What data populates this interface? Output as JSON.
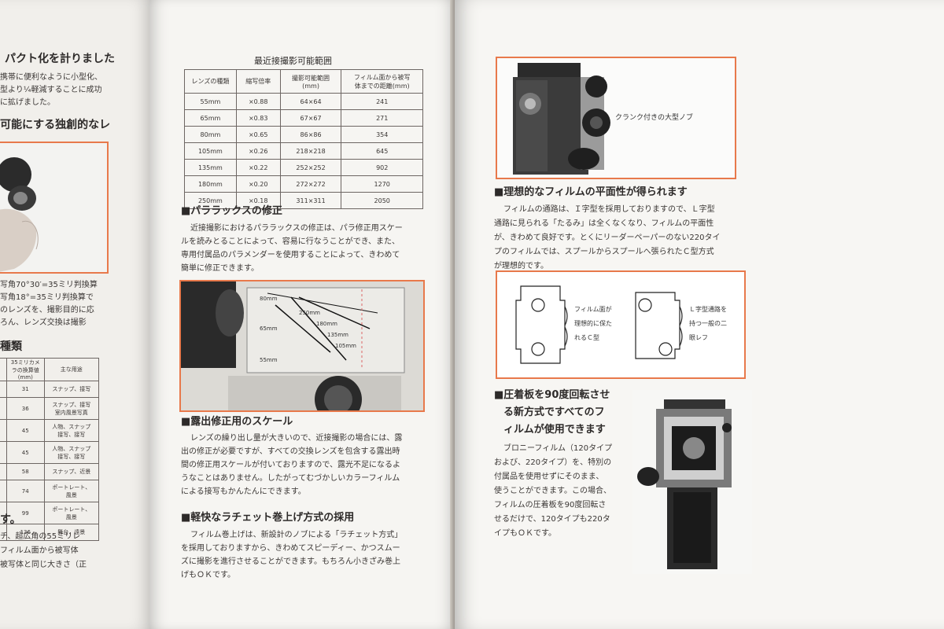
{
  "left_page": {
    "heading_top": "パクト化を計りました",
    "text_top": [
      "携帯に便利なように小型化、",
      "型より¼軽減することに成功",
      "に拡げました。"
    ],
    "heading_2": "可能にする独創的なレ",
    "text_mid": [
      "写角70°30′=35ミリ判換算",
      "写角18°=35ミリ判換算で",
      "のレンズを、撮影目的に応",
      "ろん、レンズ交換は撮影"
    ],
    "heading_3": "種類",
    "table": {
      "headers": [
        "35ミリカメラの換算値(mm)",
        "主な用途"
      ],
      "rows": [
        [
          "31",
          "スナップ、接写"
        ],
        [
          "36",
          "スナップ、接写\n室内風景写真"
        ],
        [
          "45",
          "人物、スナップ\n接写、接写"
        ],
        [
          "45",
          "人物、スナップ\n接写、接写"
        ],
        [
          "58",
          "スナップ、近景"
        ],
        [
          "74",
          "ポートレート、\n風景"
        ],
        [
          "99",
          "ポートレート、\n風景"
        ],
        [
          "136",
          "舞台、遠景"
        ]
      ]
    },
    "heading_4": "す。",
    "text_bottom": [
      "チ、超広角の55ミリレ",
      "フィルム面から被写体",
      "被写体と同じ大きさ（正"
    ]
  },
  "middle_page": {
    "table_title": "最近接撮影可能範囲",
    "table": {
      "headers": [
        "レンズの種類",
        "縮写倍率",
        "撮影可能範囲\n(mm)",
        "フィルム面から被写\n体までの距離(mm)"
      ],
      "rows": [
        [
          "55mm",
          "×0.88",
          "64×64",
          "241"
        ],
        [
          "65mm",
          "×0.83",
          "67×67",
          "271"
        ],
        [
          "80mm",
          "×0.65",
          "86×86",
          "354"
        ],
        [
          "105mm",
          "×0.26",
          "218×218",
          "645"
        ],
        [
          "135mm",
          "×0.22",
          "252×252",
          "902"
        ],
        [
          "180mm",
          "×0.20",
          "272×272",
          "1270"
        ],
        [
          "250mm",
          "×0.18",
          "311×311",
          "2050"
        ]
      ]
    },
    "section_parallax": {
      "heading": "■パララックスの修正",
      "text": [
        "近接撮影におけるパララックスの修正は、パラ修正用スケー",
        "ルを読みとることによって、容易に行なうことができ、また、",
        "専用付属品のパラメンダーを使用することによって、きわめて",
        "簡単に修正できます。"
      ]
    },
    "scale_photo_labels": [
      "80mm",
      "65mm",
      "55mm",
      "250mm",
      "180mm",
      "135mm",
      "105mm"
    ],
    "section_exposure": {
      "heading": "■露出修正用のスケール",
      "text": [
        "レンズの繰り出し量が大きいので、近接撮影の場合には、露",
        "出の修正が必要ですが、すべての交換レンズを包含する露出時",
        "間の修正用スケールが付いておりますので、露光不足になるよ",
        "うなことはありません。したがってむづかしいカラーフィルム",
        "による接写もかんたんにできます。"
      ]
    },
    "section_ratchet": {
      "heading": "■軽快なラチェット巻上げ方式の採用",
      "text": [
        "フィルム巻上げは、新設計のノブによる「ラチェット方式」",
        "を採用しておりますから、きわめてスピーディー、かつスムー",
        "ズに撮影を進行させることができます。もちろん小きざみ巻上",
        "げもＯＫです。"
      ]
    }
  },
  "right_page": {
    "crank_caption": "クランク付きの大型ノブ",
    "section_flatness": {
      "heading": "■理想的なフィルムの平面性が得られます",
      "text": [
        "フィルムの通路は、Ｉ字型を採用しておりますので、Ｌ字型",
        "通路に見られる「たるみ」は全くなくなり、フィルムの平面性",
        "が、きわめて良好です。とくにリーダーペーパーのない220タイ",
        "プのフィルムでは、スプールからスプールへ張られたＣ型方式",
        "が理想的です。"
      ]
    },
    "diagram": {
      "label_c": [
        "フィルム面が",
        "理想的に保た",
        "れるＣ型"
      ],
      "label_l": [
        "Ｌ字型通路を",
        "持つ一般の二",
        "眼レフ"
      ]
    },
    "section_back": {
      "heading": [
        "■圧着板を90度回転させ",
        "る新方式ですべてのフ",
        "ィルムが使用できます"
      ],
      "text": [
        "ブロニーフィルム（120タイプ",
        "および、220タイプ）を、特別の",
        "付属品を使用せずにそのまま、",
        "使うことができます。この場合、",
        "フィルムの圧着板を90度回転さ",
        "せるだけで、120タイプも220タ",
        "イプもＯＫです。"
      ]
    }
  },
  "colors": {
    "accent_frame": "#e8794b",
    "paper": "#f6f5f2",
    "ink": "#2d2a29"
  }
}
